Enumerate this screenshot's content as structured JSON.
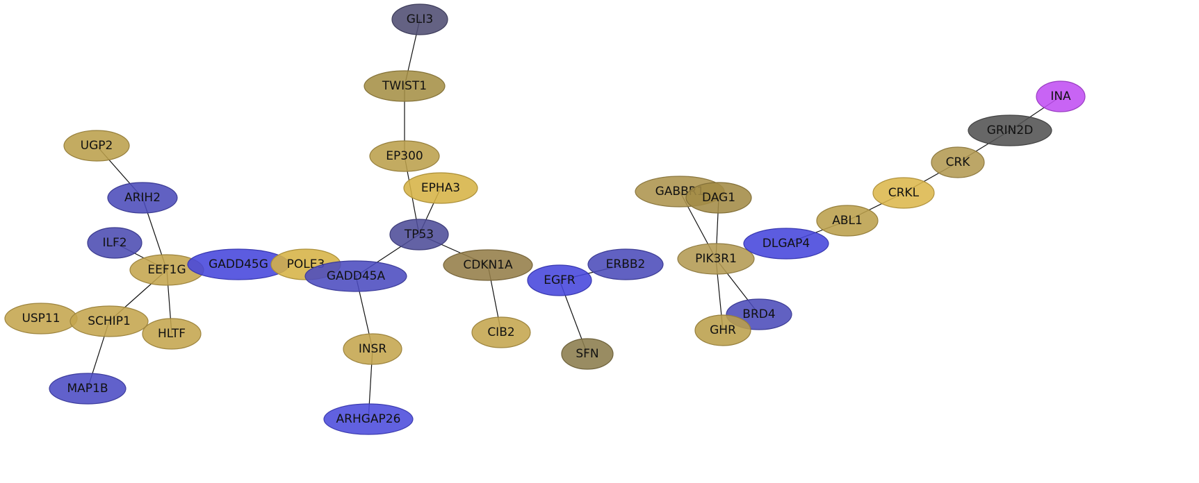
{
  "nodes": [
    {
      "id": "GLI3",
      "label": "GLI3",
      "color": "#4e4c72"
    },
    {
      "id": "TWIST1",
      "label": "TWIST1",
      "color": "#a58f46"
    },
    {
      "id": "EP300",
      "label": "EP300",
      "color": "#bb9f4b"
    },
    {
      "id": "EPHA3",
      "label": "EPHA3",
      "color": "#d6b346"
    },
    {
      "id": "TP53",
      "label": "TP53",
      "color": "#4d4c98"
    },
    {
      "id": "UGP2",
      "label": "UGP2",
      "color": "#bb9f4b"
    },
    {
      "id": "ARIH2",
      "label": "ARIH2",
      "color": "#4b4bb9"
    },
    {
      "id": "ILF2",
      "label": "ILF2",
      "color": "#4b4bb2"
    },
    {
      "id": "EEF1G",
      "label": "EEF1G",
      "color": "#c4a54d"
    },
    {
      "id": "GADD45G",
      "label": "GADD45G",
      "color": "#4646dc"
    },
    {
      "id": "POLE3",
      "label": "POLE3",
      "color": "#d6b346"
    },
    {
      "id": "GADD45A",
      "label": "GADD45A",
      "color": "#4b4bbf"
    },
    {
      "id": "CDKN1A",
      "label": "CDKN1A",
      "color": "#947d48"
    },
    {
      "id": "EGFR",
      "label": "EGFR",
      "color": "#4646dc"
    },
    {
      "id": "ERBB2",
      "label": "ERBB2",
      "color": "#4b4bb9"
    },
    {
      "id": "GABBR1",
      "label": "GABBR1",
      "color": "#ad944d"
    },
    {
      "id": "DAG1",
      "label": "DAG1",
      "color": "#a38b46"
    },
    {
      "id": "PIK3R1",
      "label": "PIK3R1",
      "color": "#b39a52"
    },
    {
      "id": "DLGAP4",
      "label": "DLGAP4",
      "color": "#4646dc"
    },
    {
      "id": "ABL1",
      "label": "ABL1",
      "color": "#bb9f4b"
    },
    {
      "id": "CRKL",
      "label": "CRKL",
      "color": "#dcb74c"
    },
    {
      "id": "CRK",
      "label": "CRK",
      "color": "#b39a52"
    },
    {
      "id": "GRIN2D",
      "label": "GRIN2D",
      "color": "#525252"
    },
    {
      "id": "INA",
      "label": "INA",
      "color": "#c04ef2"
    },
    {
      "id": "BRD4",
      "label": "BRD4",
      "color": "#4b4bb9"
    },
    {
      "id": "GHR",
      "label": "GHR",
      "color": "#bb9f4b"
    },
    {
      "id": "USP11",
      "label": "USP11",
      "color": "#c4a54d"
    },
    {
      "id": "SCHIP1",
      "label": "SCHIP1",
      "color": "#c4a54d"
    },
    {
      "id": "HLTF",
      "label": "HLTF",
      "color": "#c4a54d"
    },
    {
      "id": "MAP1B",
      "label": "MAP1B",
      "color": "#4b4bc4"
    },
    {
      "id": "INSR",
      "label": "INSR",
      "color": "#c4a54d"
    },
    {
      "id": "ARHGAP26",
      "label": "ARHGAP26",
      "color": "#4b4bdc"
    },
    {
      "id": "CIB2",
      "label": "CIB2",
      "color": "#c4a54d"
    },
    {
      "id": "SFN",
      "label": "SFN",
      "color": "#8b7c4c"
    }
  ],
  "edges": [
    [
      "GLI3",
      "TWIST1"
    ],
    [
      "TWIST1",
      "EP300"
    ],
    [
      "EP300",
      "TP53"
    ],
    [
      "EPHA3",
      "TP53"
    ],
    [
      "TP53",
      "GADD45A"
    ],
    [
      "TP53",
      "CDKN1A"
    ],
    [
      "UGP2",
      "ARIH2"
    ],
    [
      "ARIH2",
      "EEF1G"
    ],
    [
      "ILF2",
      "EEF1G"
    ],
    [
      "EEF1G",
      "SCHIP1"
    ],
    [
      "EEF1G",
      "HLTF"
    ],
    [
      "SCHIP1",
      "MAP1B"
    ],
    [
      "GADD45A",
      "INSR"
    ],
    [
      "INSR",
      "ARHGAP26"
    ],
    [
      "CDKN1A",
      "CIB2"
    ],
    [
      "EGFR",
      "SFN"
    ],
    [
      "EGFR",
      "ERBB2"
    ],
    [
      "GABBR1",
      "PIK3R1"
    ],
    [
      "DAG1",
      "PIK3R1"
    ],
    [
      "PIK3R1",
      "BRD4"
    ],
    [
      "PIK3R1",
      "GHR"
    ],
    [
      "DLGAP4",
      "ABL1"
    ],
    [
      "ABL1",
      "CRKL"
    ],
    [
      "CRKL",
      "CRK"
    ],
    [
      "CRK",
      "GRIN2D"
    ],
    [
      "GRIN2D",
      "INA"
    ]
  ]
}
